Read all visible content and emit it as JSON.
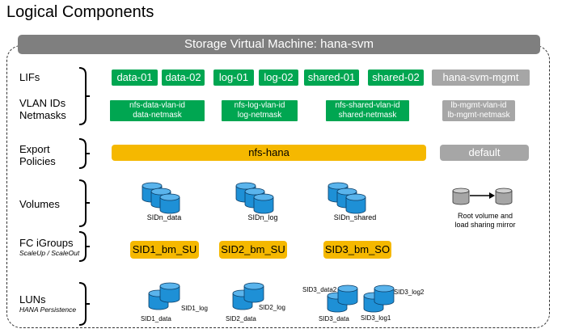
{
  "title": "Logical Components",
  "svm_label": "Storage Virtual Machine: hana-svm",
  "rows": {
    "lifs": "LIFs",
    "vlan_line1": "VLAN IDs",
    "vlan_line2": "Netmasks",
    "export_line1": "Export",
    "export_line2": "Policies",
    "volumes": "Volumes",
    "igroups": "FC iGroups",
    "igroups_sub": "ScaleUp / ScaleOut",
    "luns": "LUNs",
    "luns_sub": "HANA Persistence"
  },
  "lifs": [
    "data-01",
    "data-02",
    "log-01",
    "log-02",
    "shared-01",
    "shared-02",
    "hana-svm-mgmt"
  ],
  "vlans": [
    {
      "id": "nfs-data-vlan-id",
      "mask": "data-netmask"
    },
    {
      "id": "nfs-log-vlan-id",
      "mask": "log-netmask"
    },
    {
      "id": "nfs-shared-vlan-id",
      "mask": "shared-netmask"
    },
    {
      "id": "lb-mgmt-vlan-id",
      "mask": "lb-mgmt-netmask"
    }
  ],
  "export_policies": [
    "nfs-hana",
    "default"
  ],
  "volumes": [
    "SIDn_data",
    "SIDn_log",
    "SIDn_shared"
  ],
  "root_volume_line1": "Root volume and",
  "root_volume_line2": "load sharing mirror",
  "igroups": [
    "SID1_bm_SU",
    "SID2_bm_SU",
    "SID3_bm_SO"
  ],
  "luns": {
    "sid1_data": "SID1_data",
    "sid1_log": "SID1_log",
    "sid2_data": "SID2_data",
    "sid2_log": "SID2_log",
    "sid3_data2": "SID3_data2",
    "sid3_data": "SID3_data",
    "sid3_log1": "SID3_log1",
    "sid3_log2": "SID3_log2"
  },
  "colors": {
    "green": "#00a651",
    "grey": "#a6a6a6",
    "yellow": "#f5b800",
    "blue_disk": "#1e90d6",
    "svm_bar": "#7f7f7f"
  }
}
